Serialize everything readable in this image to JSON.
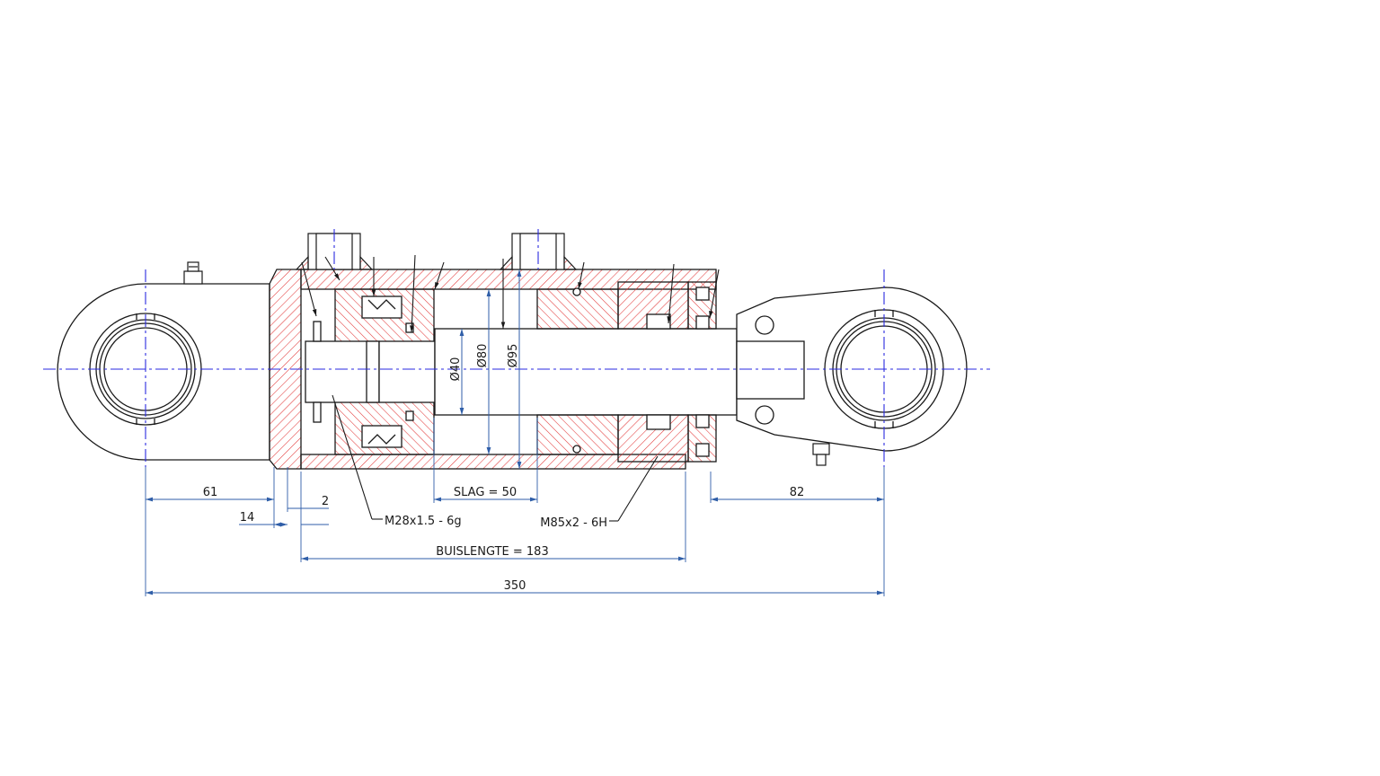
{
  "colors": {
    "outline": "#1a1a1a",
    "hatch": "#e23a3a",
    "centerline": "#2a2ae0",
    "dimension": "#2f5ea8",
    "background": "#ffffff"
  },
  "dimensions": {
    "left_eye_offset": "61",
    "cap_thickness": "14",
    "chamfer": "2",
    "stroke": "SLAG = 50",
    "right_eye_offset": "82",
    "tube_length": "BUISLENGTE = 183",
    "overall_length": "350"
  },
  "diameters": {
    "rod": "Ø40",
    "bore": "Ø80",
    "tube_outer": "Ø95"
  },
  "threads": {
    "piston_thread": "M28x1.5 - 6g",
    "gland_thread": "M85x2 - 6H"
  }
}
